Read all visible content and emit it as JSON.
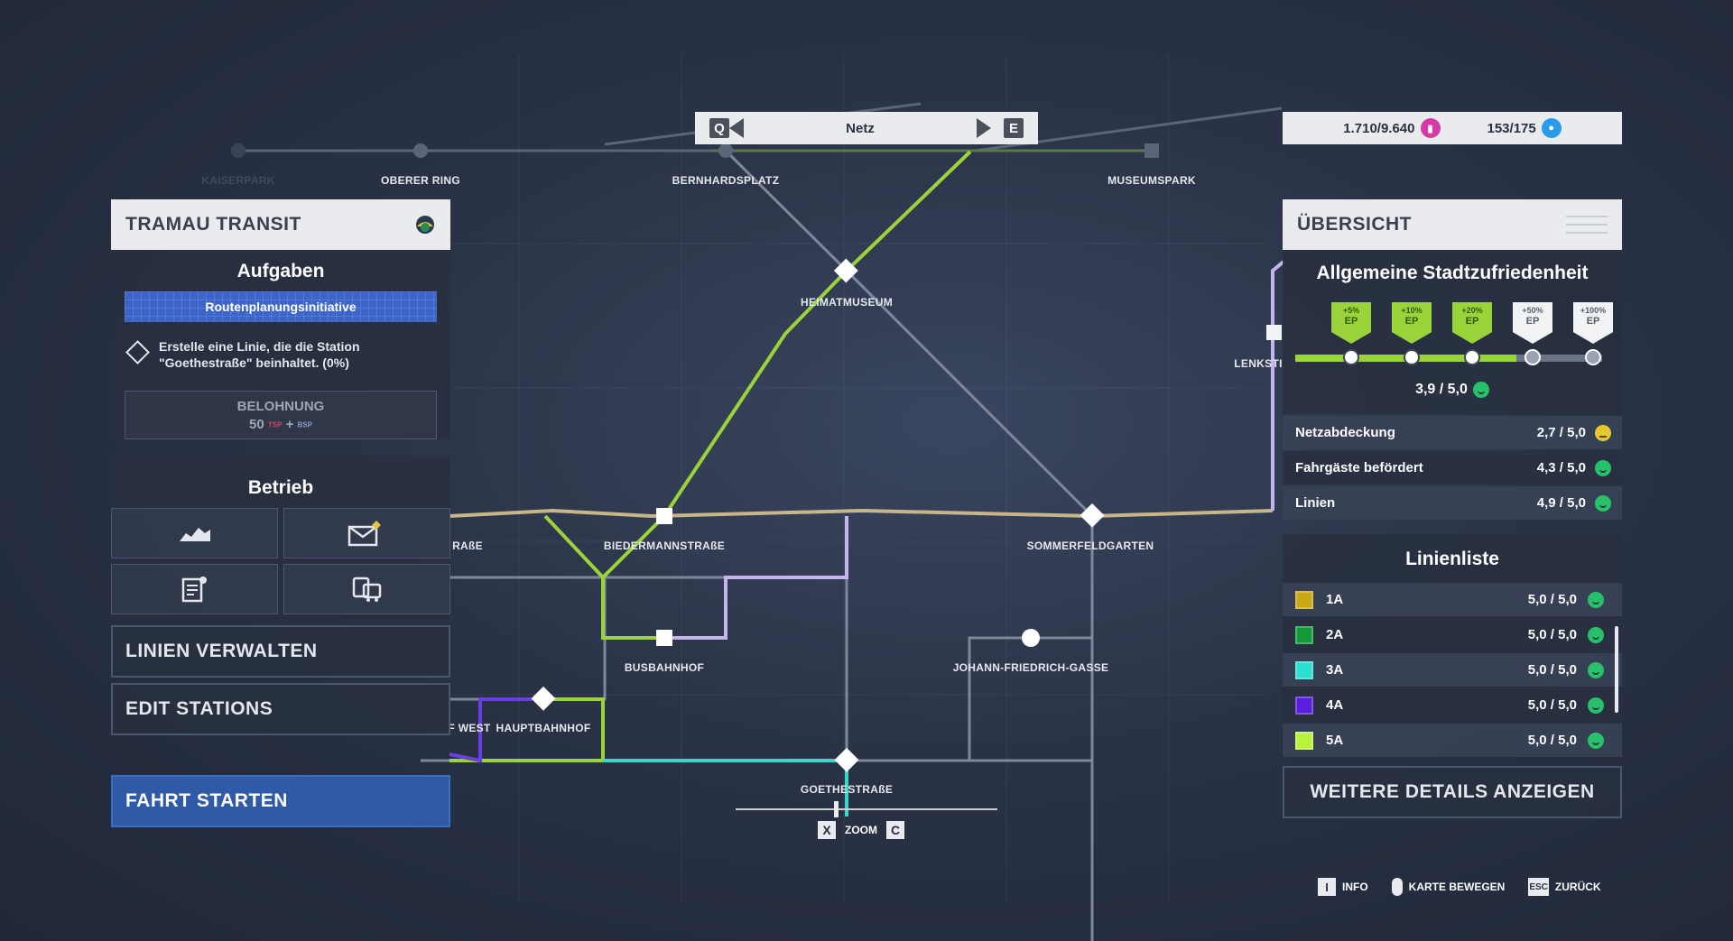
{
  "nav": {
    "prev_key": "Q",
    "next_key": "E",
    "label": "Netz"
  },
  "stats": {
    "ep": "1.710/9.640",
    "ep_icon": "bar-chart-icon",
    "capacity": "153/175",
    "capacity_icon": "passenger-icon",
    "ep_color": "#d53aa6",
    "capacity_color": "#2a9be8"
  },
  "company": {
    "name": "TRAMAU TRANSIT",
    "logo_icon": "city-emblem-icon"
  },
  "tasks": {
    "title": "Aufgaben",
    "initiative": "Routenplanungsinitiative",
    "task_line1": "Erstelle eine Linie, die die Station",
    "task_line2": "\"Goethestraße\" beinhaltet. (0%)",
    "reward_label": "BELOHNUNG",
    "reward_amount": "50",
    "reward_tsp": "TSP",
    "reward_plus": "+",
    "reward_bsp": "BSP"
  },
  "operations": {
    "title": "Betrieb",
    "buttons": [
      "statistics-icon",
      "mail-icon",
      "report-icon",
      "vehicle-icon"
    ]
  },
  "actions": {
    "manage_lines": "LINIEN VERWALTEN",
    "edit_stations": "EDIT STATIONS",
    "start": "FAHRT STARTEN"
  },
  "overview": {
    "title": "ÜBERSICHT",
    "satisfaction_title": "Allgemeine Stadtzufriedenheit",
    "tiers": [
      {
        "pct": "+5%",
        "unit": "EP",
        "reached": true
      },
      {
        "pct": "+10%",
        "unit": "EP",
        "reached": true
      },
      {
        "pct": "+20%",
        "unit": "EP",
        "reached": true
      },
      {
        "pct": "+50%",
        "unit": "EP",
        "reached": false
      },
      {
        "pct": "+100%",
        "unit": "EP",
        "reached": false
      }
    ],
    "progress": 0.72,
    "score": "3,9 / 5,0",
    "metrics": [
      {
        "label": "Netzabdeckung",
        "value": "2,7 / 5,0",
        "mood": "neutral"
      },
      {
        "label": "Fahrgäste befördert",
        "value": "4,3 / 5,0",
        "mood": "happy"
      },
      {
        "label": "Linien",
        "value": "4,9 / 5,0",
        "mood": "happy"
      }
    ]
  },
  "line_list": {
    "title": "Linienliste",
    "lines": [
      {
        "name": "1A",
        "score": "5,0 / 5,0",
        "color": "#c9a816"
      },
      {
        "name": "2A",
        "score": "5,0 / 5,0",
        "color": "#129a3a"
      },
      {
        "name": "3A",
        "score": "5,0 / 5,0",
        "color": "#2be0d0"
      },
      {
        "name": "4A",
        "score": "5,0 / 5,0",
        "color": "#5a1ee0"
      },
      {
        "name": "5A",
        "score": "5,0 / 5,0",
        "color": "#b8f53a"
      }
    ],
    "details_button": "WEITERE DETAILS ANZEIGEN"
  },
  "map": {
    "stations": {
      "kaiserpark": "KAISERPARK",
      "oberer_ring": "OBERER RING",
      "bernhardsplatz": "BERNHARDSPLATZ",
      "museumspark": "MUSEUMSPARK",
      "heimatmuseum": "HEIMATMUSEUM",
      "lenkst": "LENKSTI",
      "strasse_cut": "RAßE",
      "biedermannstrasse": "BIEDERMANNSTRAßE",
      "sommerfeldgarten": "SOMMERFELDGARTEN",
      "busbahnhof": "BUSBAHNHOF",
      "johann": "JOHANN-FRIEDRICH-GASSE",
      "west": "F WEST",
      "hauptbahnhof": "HAUPTBAHNHOF",
      "goethestrasse": "GOETHESTRAßE"
    },
    "colors": {
      "green_line": "#9bd33a",
      "tan_line": "#c8b58a",
      "lavender_line": "#c6b4ec",
      "cyan_line": "#38d8c8",
      "purple_line": "#6a3ee0",
      "grey_line": "#7d889c"
    }
  },
  "zoom": {
    "out_key": "X",
    "label": "ZOOM",
    "in_key": "C"
  },
  "hints": {
    "info_key": "I",
    "info_label": "INFO",
    "move_label": "KARTE BEWEGEN",
    "back_key": "ESC",
    "back_label": "ZURÜCK"
  }
}
